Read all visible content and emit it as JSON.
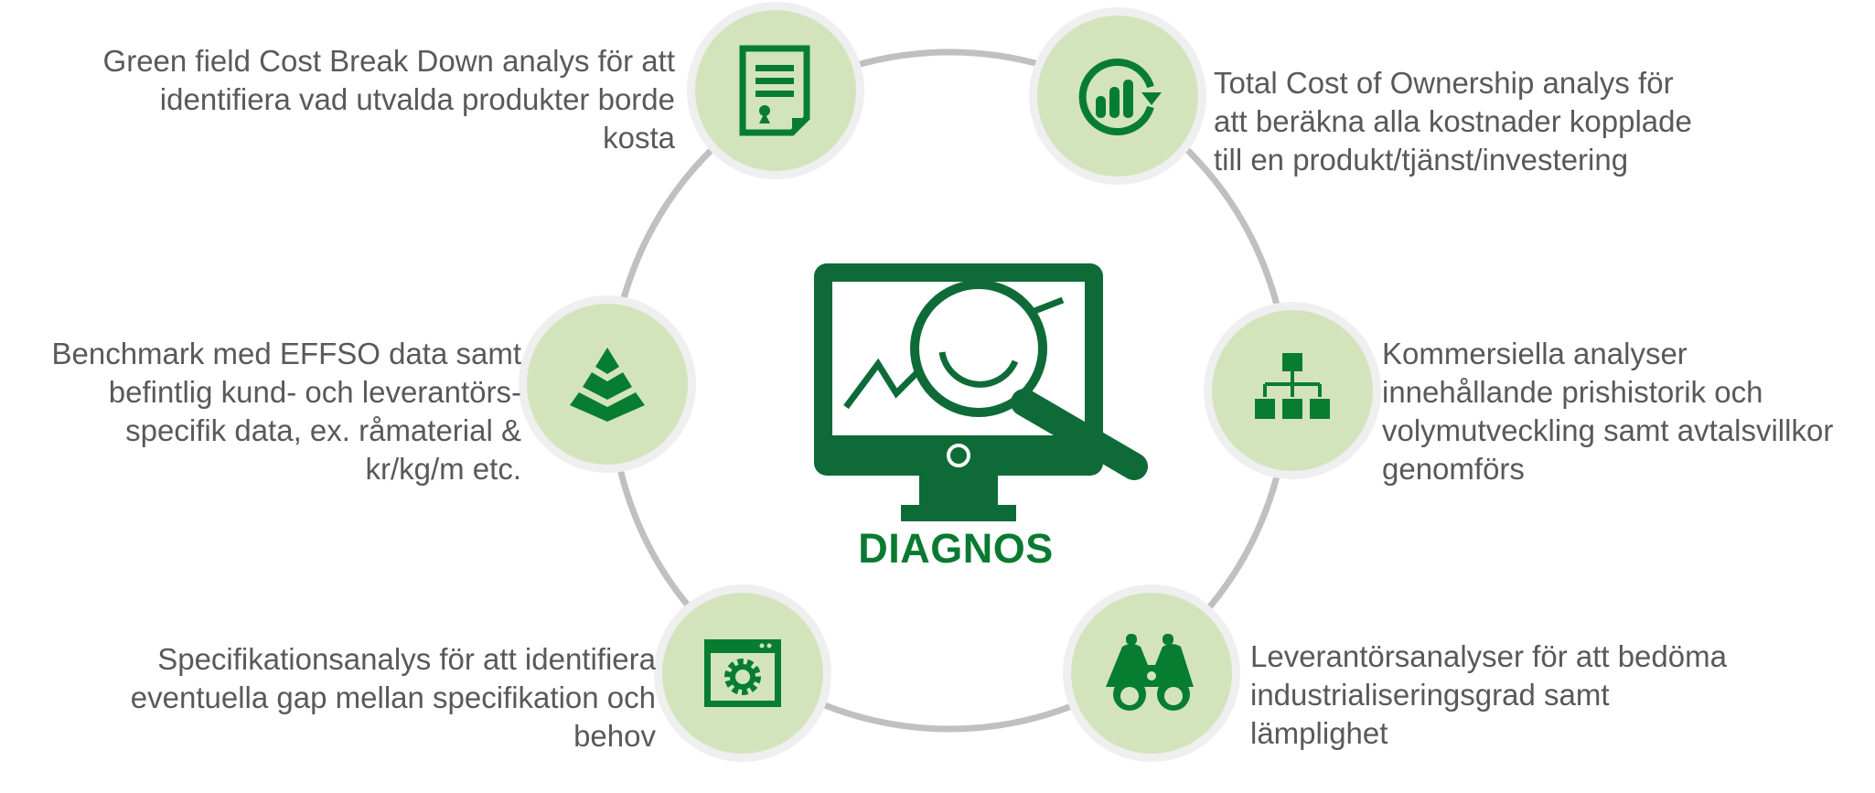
{
  "title": "DIAGNOS",
  "colors": {
    "ring": "#c0c0c0",
    "node_bg": "#d3e4bd",
    "icon": "#077d32",
    "monitor": "#0e6b38",
    "text": "#595959"
  },
  "items": [
    {
      "icon": "certificate-icon",
      "lines": [
        "Green field Cost Break Down analys för att",
        "identifiera vad utvalda produkter borde",
        "kosta"
      ]
    },
    {
      "icon": "chart-cycle-icon",
      "lines": [
        "Total Cost of Ownership analys för",
        "att beräkna alla kostnader kopplade",
        "till en produkt/tjänst/investering"
      ]
    },
    {
      "icon": "pyramid-icon",
      "lines": [
        "Benchmark med EFFSO data samt",
        "befintlig kund- och leverantörs-",
        "specifik data, ex. råmaterial &",
        "kr/kg/m etc."
      ]
    },
    {
      "icon": "hierarchy-icon",
      "lines": [
        "Kommersiella analyser",
        "innehållande prishistorik och",
        "volymutveckling samt avtalsvillkor",
        "genomförs"
      ]
    },
    {
      "icon": "settings-window-icon",
      "lines": [
        "Specifikationsanalys för att identifiera",
        "eventuella gap mellan specifikation och",
        "behov"
      ]
    },
    {
      "icon": "binoculars-icon",
      "lines": [
        "Leverantörsanalyser för att bedöma",
        "industrialiseringsgrad samt",
        "lämplighet"
      ]
    }
  ]
}
